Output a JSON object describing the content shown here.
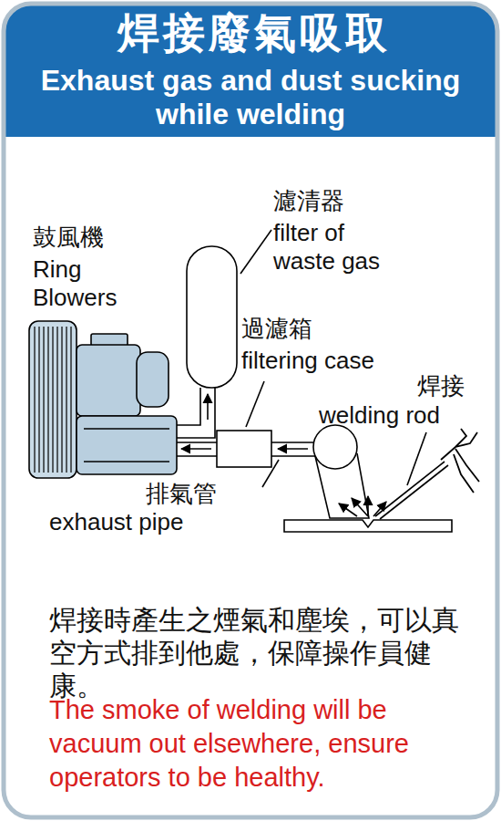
{
  "diagram": {
    "title": "焊接廢氣吸取",
    "caption": "焊接時產生之煙氣和塵埃，可以真空方式排到他處，保障操作員健康。",
    "labels": [
      "Exhaust gas and dust sucking while welding",
      "鼓風機",
      "Ring Blowers",
      "濾清器",
      "filter of waste gas",
      "過濾箱",
      "filtering case",
      "焊接",
      "welding rod",
      "排氣管",
      "exhaust pipe",
      "The smoke of welding will be vacuum out elsewhere, ensure operators to be healthy."
    ]
  }
}
